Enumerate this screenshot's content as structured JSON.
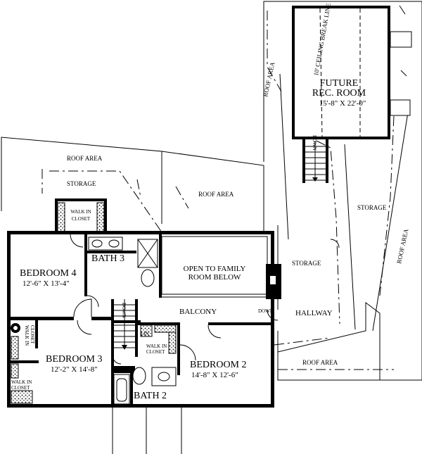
{
  "rooms": {
    "future_rec_room": {
      "name_line1": "FUTURE",
      "name_line2": "REC. ROOM",
      "dims": "15'-8\" X 22'-0\""
    },
    "bedroom4": {
      "name": "BEDROOM 4",
      "dims": "12'-6\" X 13'-4\""
    },
    "bedroom3": {
      "name": "BEDROOM 3",
      "dims": "12'-2\" X 14'-8\""
    },
    "bedroom2": {
      "name": "BEDROOM 2",
      "dims": "14'-8\" X 12'-6\""
    },
    "bath3": {
      "name": "BATH 3"
    },
    "bath2": {
      "name": "BATH 2"
    },
    "open_to_family": {
      "line1": "OPEN TO FAMILY",
      "line2": "ROOM BELOW"
    },
    "balcony": {
      "name": "BALCONY"
    },
    "hallway": {
      "name": "HALLWAY"
    }
  },
  "labels": {
    "ceiling_break": "10' CEILING BREAK LINE",
    "roof_area": "ROOF AREA",
    "storage": "STORAGE",
    "walk_in": "WALK IN",
    "closet": "CLOSET",
    "lin": "LIN",
    "down": "DOWN"
  }
}
